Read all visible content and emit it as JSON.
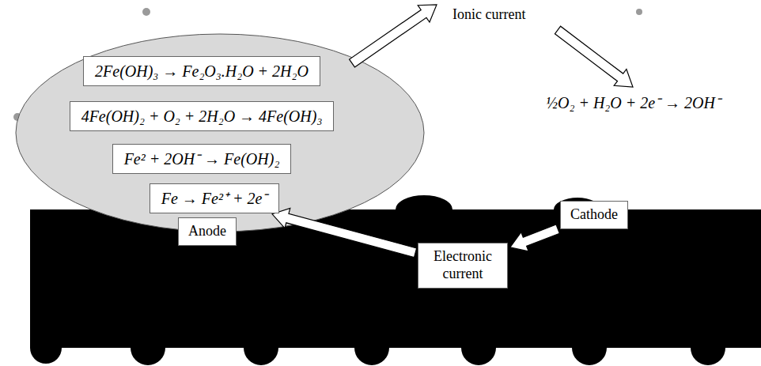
{
  "diagram": {
    "nodes": [
      {
        "text": [
          "2Fe(OH)₃ → Fe₂O₃.H₂O + 2H₂O"
        ]
      },
      {
        "text": [
          "4Fe(OH)₂ + O₂ + 2H₂O → 4Fe(OH)₃"
        ]
      },
      {
        "text": [
          "Fe² + 2OH⁻ → Fe(OH)₂"
        ]
      },
      {
        "text": [
          "Fe → Fe²⁺ + 2e⁻"
        ]
      },
      {
        "text": [
          "Anode"
        ]
      },
      {
        "text": [
          "Electronic current"
        ]
      },
      {
        "text": [
          "Cathode"
        ]
      }
    ],
    "edges": [
      {
        "from": 6,
        "to": 5,
        "arrow": "to"
      },
      {
        "from": 5,
        "to": 3,
        "arrow": "to"
      }
    ],
    "labels": [
      "Ionic current",
      "½O₂ + H₂O + 2e⁻ → 2OH⁻"
    ]
  }
}
